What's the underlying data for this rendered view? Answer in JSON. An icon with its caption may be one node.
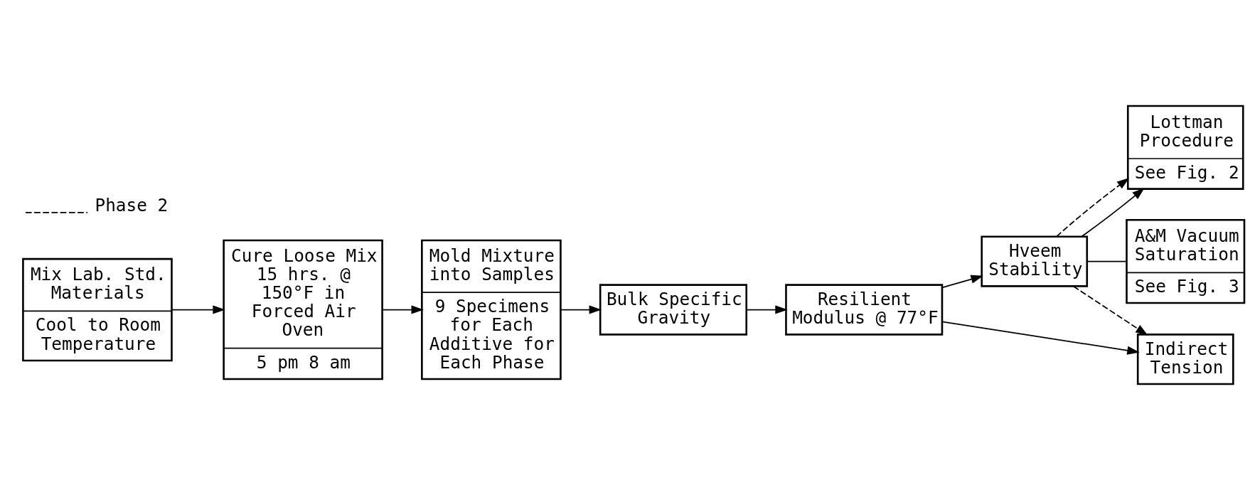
{
  "diagram": {
    "nodes": [
      {
        "text": [
          "Mix Lab. Std. Materials",
          "Cool to Room Temperature"
        ]
      },
      {
        "text": [
          "Cure Loose Mix 15 hrs. @ 150°F in Forced Air Oven",
          "5 pm 8 am"
        ]
      },
      {
        "text": [
          "Mold Mixture into Samples",
          "9 Specimens for Each Additive for Each Phase"
        ]
      },
      {
        "text": [
          "Bulk Specific Gravity"
        ]
      },
      {
        "text": [
          "Resilient Modulus @ 77°F"
        ]
      },
      {
        "text": [
          "Hveem Stability"
        ]
      },
      {
        "text": [
          "Lottman Procedure",
          "See Fig. 2"
        ]
      },
      {
        "text": [
          "A&M Vacuum Saturation",
          "See Fig. 3"
        ]
      },
      {
        "text": [
          "Indirect Tension"
        ]
      }
    ],
    "edges": [
      {
        "from": 0,
        "to": 1,
        "arrow": "to"
      },
      {
        "from": 1,
        "to": 2,
        "arrow": "to"
      },
      {
        "from": 2,
        "to": 3,
        "arrow": "to"
      },
      {
        "from": 3,
        "to": 4,
        "arrow": "to"
      },
      {
        "from": 4,
        "to": 5,
        "arrow": "to"
      },
      {
        "from": 4,
        "to": 8,
        "arrow": "to"
      },
      {
        "from": 5,
        "to": 6,
        "arrow": "to"
      },
      {
        "from": 5,
        "to": 7,
        "arrow": "none"
      },
      {
        "from": 5,
        "to": 6,
        "arrow": "to",
        "style": "dashed"
      },
      {
        "from": 5,
        "to": 8,
        "arrow": "to",
        "style": "dashed"
      }
    ],
    "legend": [
      {
        "text": "Phase 2"
      }
    ]
  }
}
